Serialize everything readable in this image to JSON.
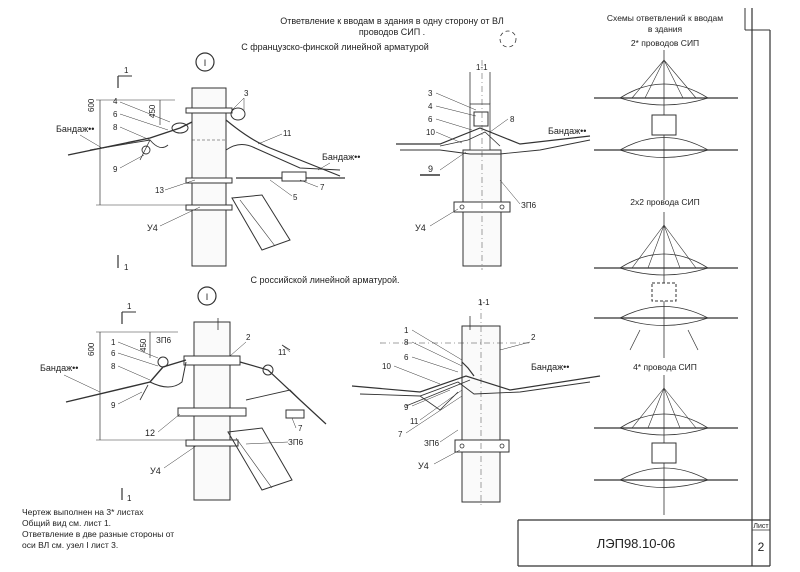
{
  "title": {
    "line1": "Ответвление к вводам в здания в одну сторону от ВЛ",
    "line2": "проводов СИП ."
  },
  "top_view": {
    "subtitle": "С французско-финской линейной арматурой",
    "node_marker": "I",
    "section_mark": "1",
    "dim_600": "600",
    "dim_450": "450",
    "bandage": "Бандаж••",
    "labels_left": [
      "4",
      "6",
      "8",
      "9"
    ],
    "labels_right": [
      "3",
      "11",
      "7",
      "5",
      "13"
    ],
    "label_y4": "У4",
    "section_title": "1-1",
    "section_labels": [
      "3",
      "4",
      "6",
      "10",
      "8",
      "9"
    ],
    "section_zp6": "ЗП6",
    "section_y4": "У4",
    "section_bandage": "Бандаж••"
  },
  "bottom_view": {
    "subtitle": "С российской линейной арматурой.",
    "node_marker": "I",
    "section_mark": "1",
    "dim_600": "600",
    "dim_450": "450",
    "bandage": "Бандаж••",
    "labels_left": [
      "1",
      "6",
      "8",
      "9"
    ],
    "labels_right": [
      "ЗП6",
      "2",
      "11",
      "7",
      "ЗП6"
    ],
    "label_12": "12",
    "label_y4": "У4",
    "section_title": "1-1",
    "section_labels": [
      "1",
      "8",
      "6",
      "10",
      "9",
      "11",
      "7",
      "2"
    ],
    "section_zp6": "ЗП6",
    "section_y4": "У4",
    "section_bandage": "Бандаж••"
  },
  "schemes": {
    "title_line1": "Схемы ответвлений к вводам",
    "title_line2": "в здания",
    "scheme1": "2* проводов СИП",
    "scheme2": "2х2 провода СИП",
    "scheme3": "4* провода СИП"
  },
  "notes": [
    "Чертеж выполнен на 3* листах",
    "Общий вид см. лист 1.",
    "Ответвление в две разные стороны от",
    "оси ВЛ см. узел I лист 3."
  ],
  "stamp": {
    "code": "ЛЭП98.10-06",
    "sheet_label": "Лист",
    "sheet_no": "2"
  }
}
